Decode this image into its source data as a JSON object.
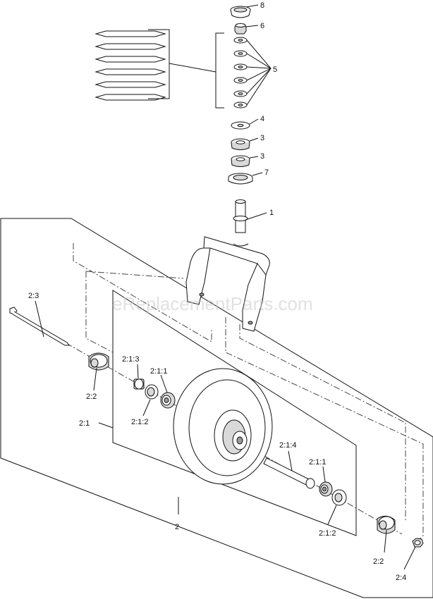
{
  "watermark": "eReplacementParts.com",
  "callouts": {
    "c8": "8",
    "c6": "6",
    "c5": "5",
    "c4": "4",
    "c3a": "3",
    "c3b": "3",
    "c7": "7",
    "c1": "1",
    "c2": "2",
    "c2_3": "2:3",
    "c2_2a": "2:2",
    "c2_2b": "2:2",
    "c2_4": "2:4",
    "c2_1": "2:1",
    "c2_1_3": "2:1:3",
    "c2_1_1a": "2:1:1",
    "c2_1_2a": "2:1:2",
    "c2_1_4": "2:1:4",
    "c2_1_1b": "2:1:1",
    "c2_1_2b": "2:1:2"
  }
}
